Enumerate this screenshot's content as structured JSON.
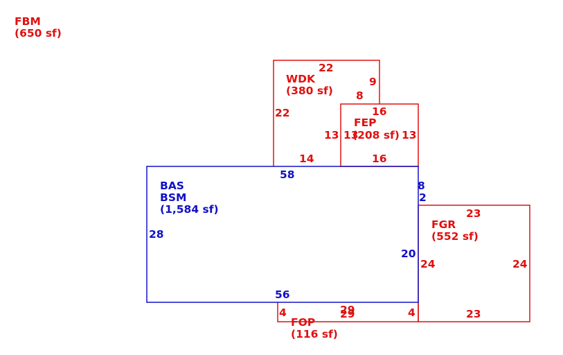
{
  "colors": {
    "primary_area": "#1010c8",
    "other_area": "#e01010",
    "background": "#ffffff"
  },
  "areas": {
    "fbm": {
      "code": "FBM",
      "size": "(650 sf)"
    },
    "wdk": {
      "code": "WDK",
      "size": "(380 sf)",
      "dims": {
        "top": "22",
        "left": "22",
        "right_upper": "9",
        "step": "8",
        "right_lower": "13",
        "bottom": "14"
      }
    },
    "fep": {
      "code": "FEP",
      "size": "(208 sf)",
      "dims": {
        "top": "16",
        "left": "13",
        "right": "13",
        "bottom": "16"
      }
    },
    "bas": {
      "codes": [
        "BAS",
        "BSM"
      ],
      "size": "(1,584 sf)",
      "dims": {
        "top": "58",
        "left": "28",
        "right_upper": "8",
        "step": "2",
        "right_lower": "20",
        "bottom": "56"
      }
    },
    "fgr": {
      "code": "FGR",
      "size": "(552 sf)",
      "dims": {
        "top": "23",
        "left": "24",
        "right": "24",
        "bottom": "23"
      }
    },
    "fop": {
      "code": "FOP",
      "size": "(116 sf)",
      "dims": {
        "top": "29",
        "bottom": "29",
        "left": "4",
        "right": "4"
      }
    }
  }
}
